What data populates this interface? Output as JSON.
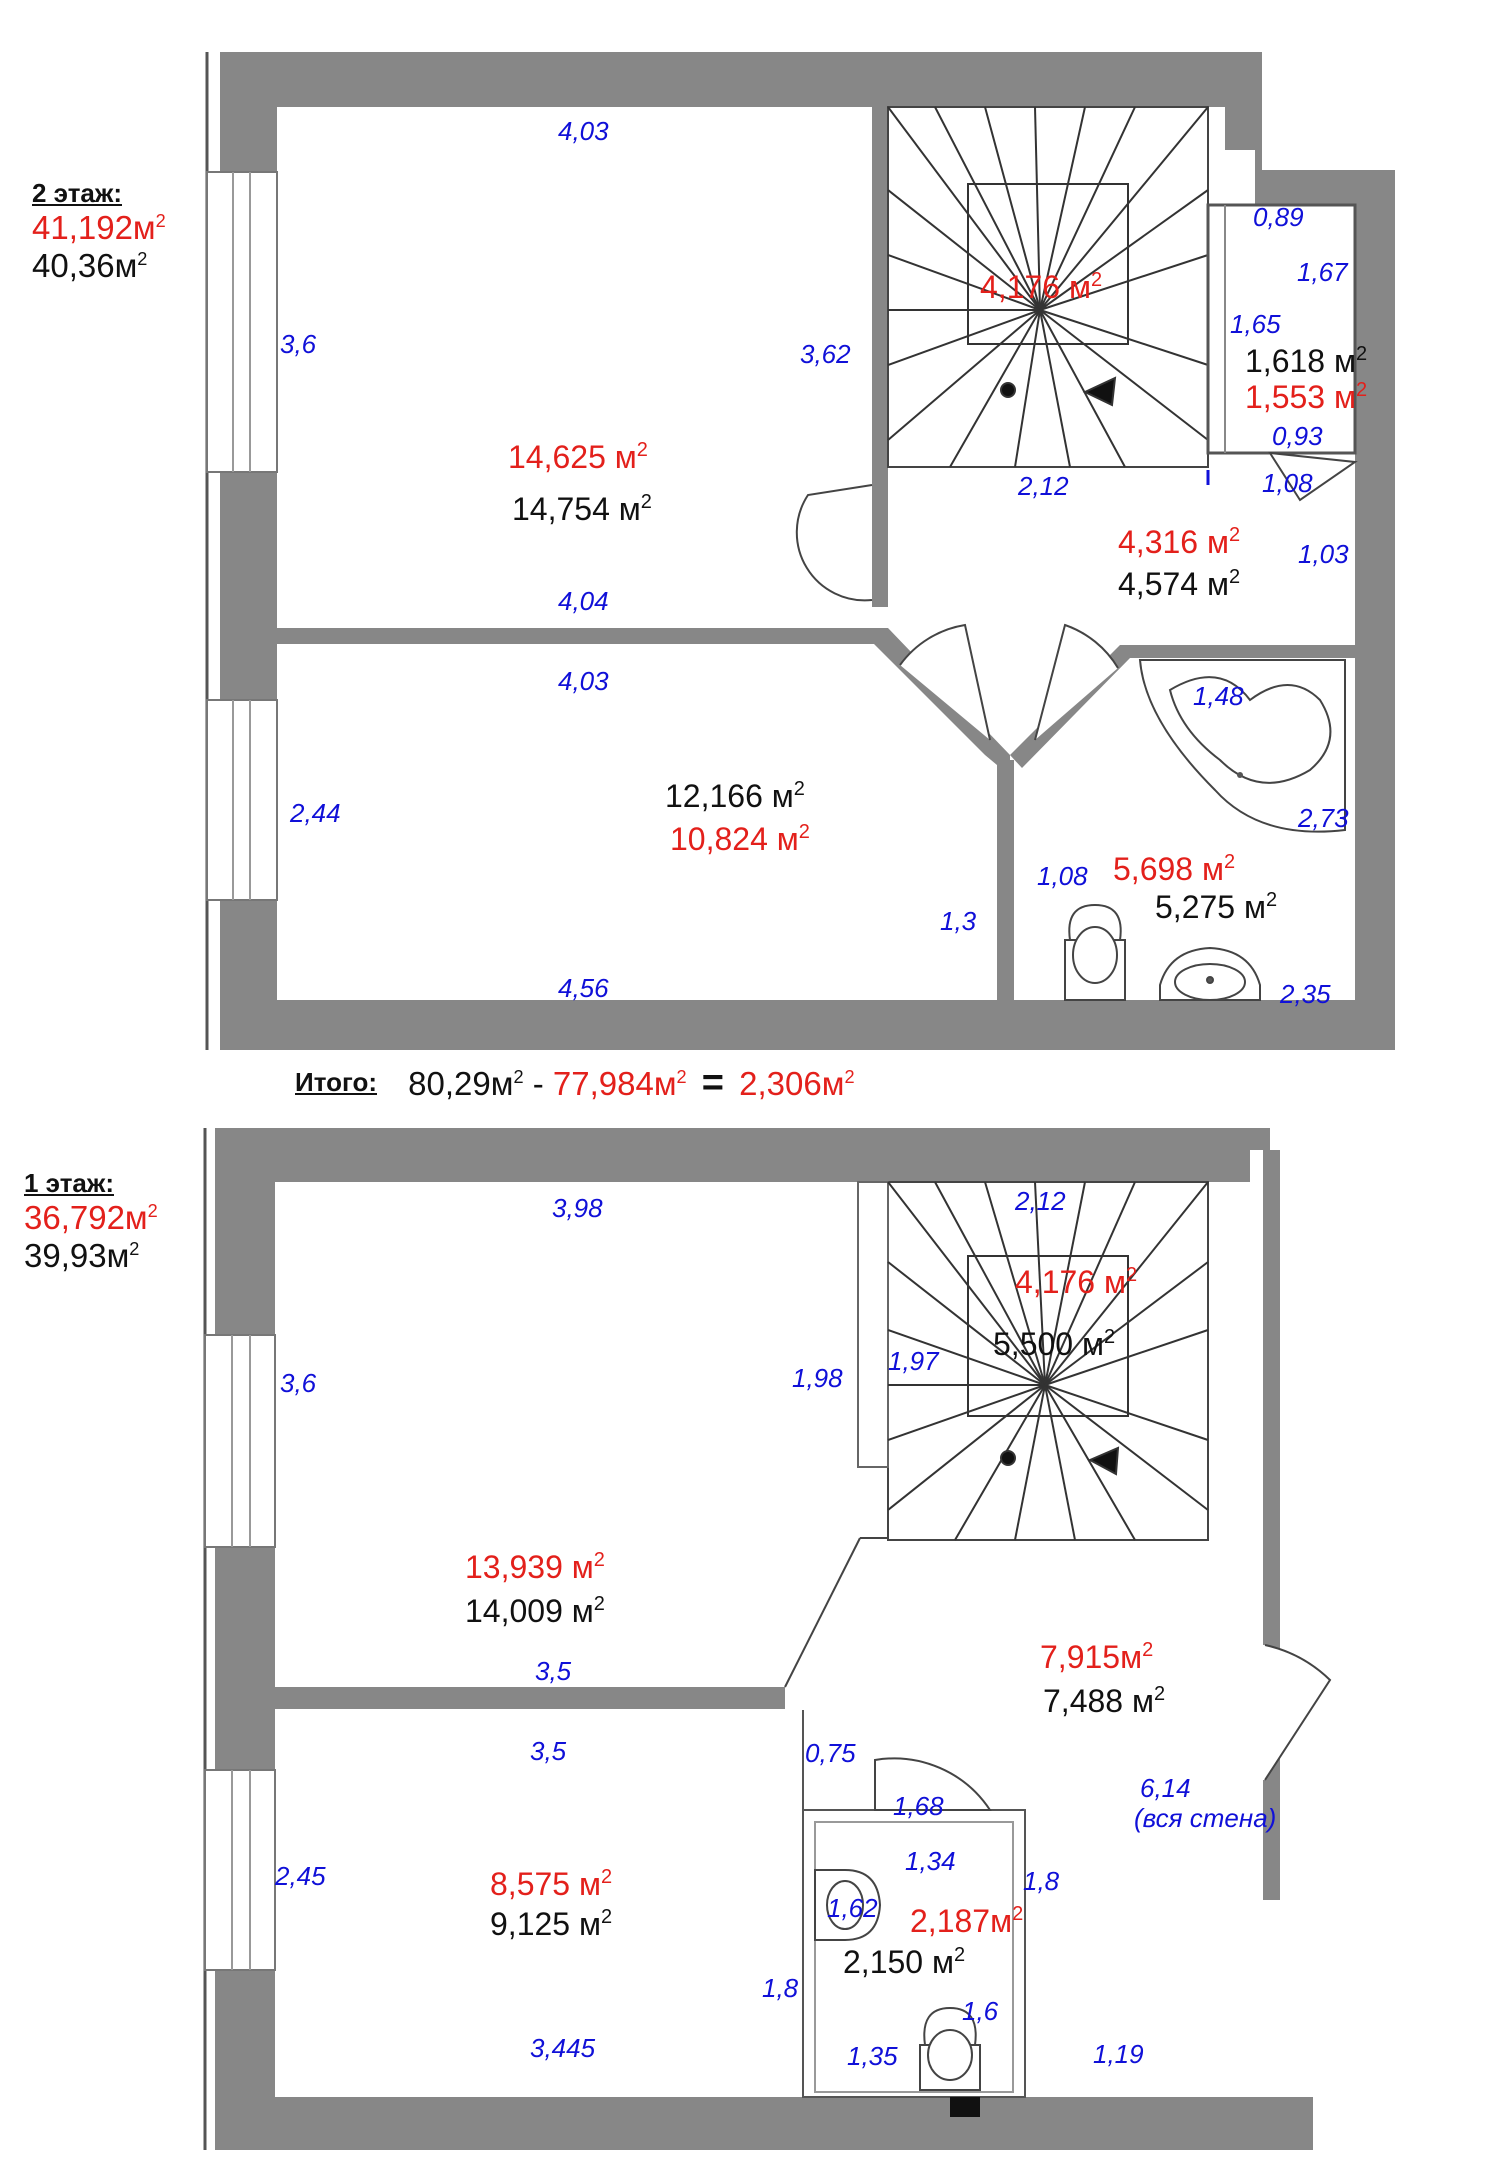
{
  "floor2": {
    "title": "2 этаж:",
    "area_red": "41,192м",
    "area_black": "40,36м",
    "rooms": [
      {
        "red": "14,625 м",
        "black": "14,754 м"
      },
      {
        "red": "10,824 м",
        "black": "12,166 м"
      },
      {
        "red": "4,176 м",
        "black": ""
      },
      {
        "red": "1,553 м",
        "black": "1,618 м"
      },
      {
        "red": "4,316 м",
        "black": "4,574 м"
      },
      {
        "red": "5,698 м",
        "black": "5,275 м"
      }
    ],
    "dims": [
      "4,03",
      "3,6",
      "3,62",
      "4,04",
      "4,03",
      "2,44",
      "4,56",
      "1,3",
      "2,12",
      "0,89",
      "1,67",
      "1,65",
      "0,93",
      "1,08",
      "1,03",
      "1,48",
      "2,73",
      "1,08",
      "2,35"
    ]
  },
  "total": {
    "title": "Итого:",
    "a": "80,29м",
    "b": "77,984м",
    "c": "2,306м",
    "minus": "-",
    "equals": "="
  },
  "floor1": {
    "title": "1 этаж:",
    "area_red": "36,792м",
    "area_black": "39,93м",
    "rooms": [
      {
        "red": "13,939 м",
        "black": "14,009 м"
      },
      {
        "red": "8,575 м",
        "black": "9,125 м"
      },
      {
        "red": "4,176 м",
        "black": "5,500 м"
      },
      {
        "red": "7,915м",
        "black": "7,488 м"
      },
      {
        "red": "2,187м",
        "black": "2,150 м"
      }
    ],
    "dims": [
      "3,98",
      "3,6",
      "1,98",
      "1,97",
      "2,12",
      "3,5",
      "3,5",
      "2,45",
      "3,445",
      "0,75",
      "1,68",
      "1,34",
      "1,62",
      "1,8",
      "1,8",
      "1,6",
      "1,35",
      "1,19",
      "6,14",
      "(вся стена)"
    ]
  },
  "sup": "2",
  "colors": {
    "wall": "#878787",
    "dim": "#1010d8",
    "red": "#e3201b"
  }
}
